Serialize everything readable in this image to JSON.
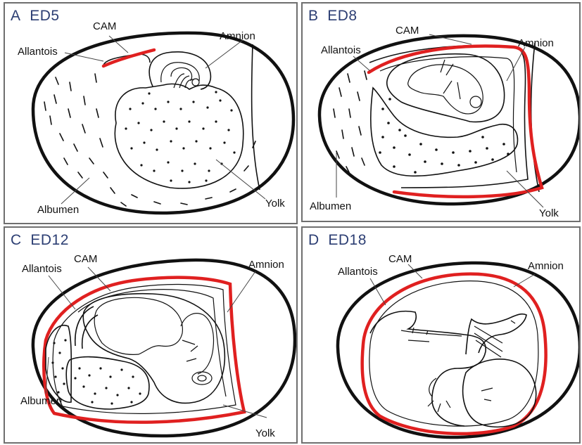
{
  "panels": [
    {
      "letter": "A",
      "stage": "ED5",
      "labels": {
        "cam": "CAM",
        "amnion": "Amnion",
        "allantois": "Allantois",
        "albumen": "Albumen",
        "yolk": "Yolk"
      }
    },
    {
      "letter": "B",
      "stage": "ED8",
      "labels": {
        "cam": "CAM",
        "amnion": "Amnion",
        "allantois": "Allantois",
        "albumen": "Albumen",
        "yolk": "Yolk"
      }
    },
    {
      "letter": "C",
      "stage": "ED12",
      "labels": {
        "cam": "CAM",
        "amnion": "Amnion",
        "allantois": "Allantois",
        "albumen": "Albumen",
        "yolk": "Yolk"
      }
    },
    {
      "letter": "D",
      "stage": "ED18",
      "labels": {
        "cam": "CAM",
        "amnion": "Amnion",
        "allantois": "Allantois"
      }
    }
  ],
  "colors": {
    "cam_highlight": "#e02020",
    "panel_title": "#2c3e73",
    "outline": "#111111",
    "panel_border": "#6f6f6f"
  }
}
